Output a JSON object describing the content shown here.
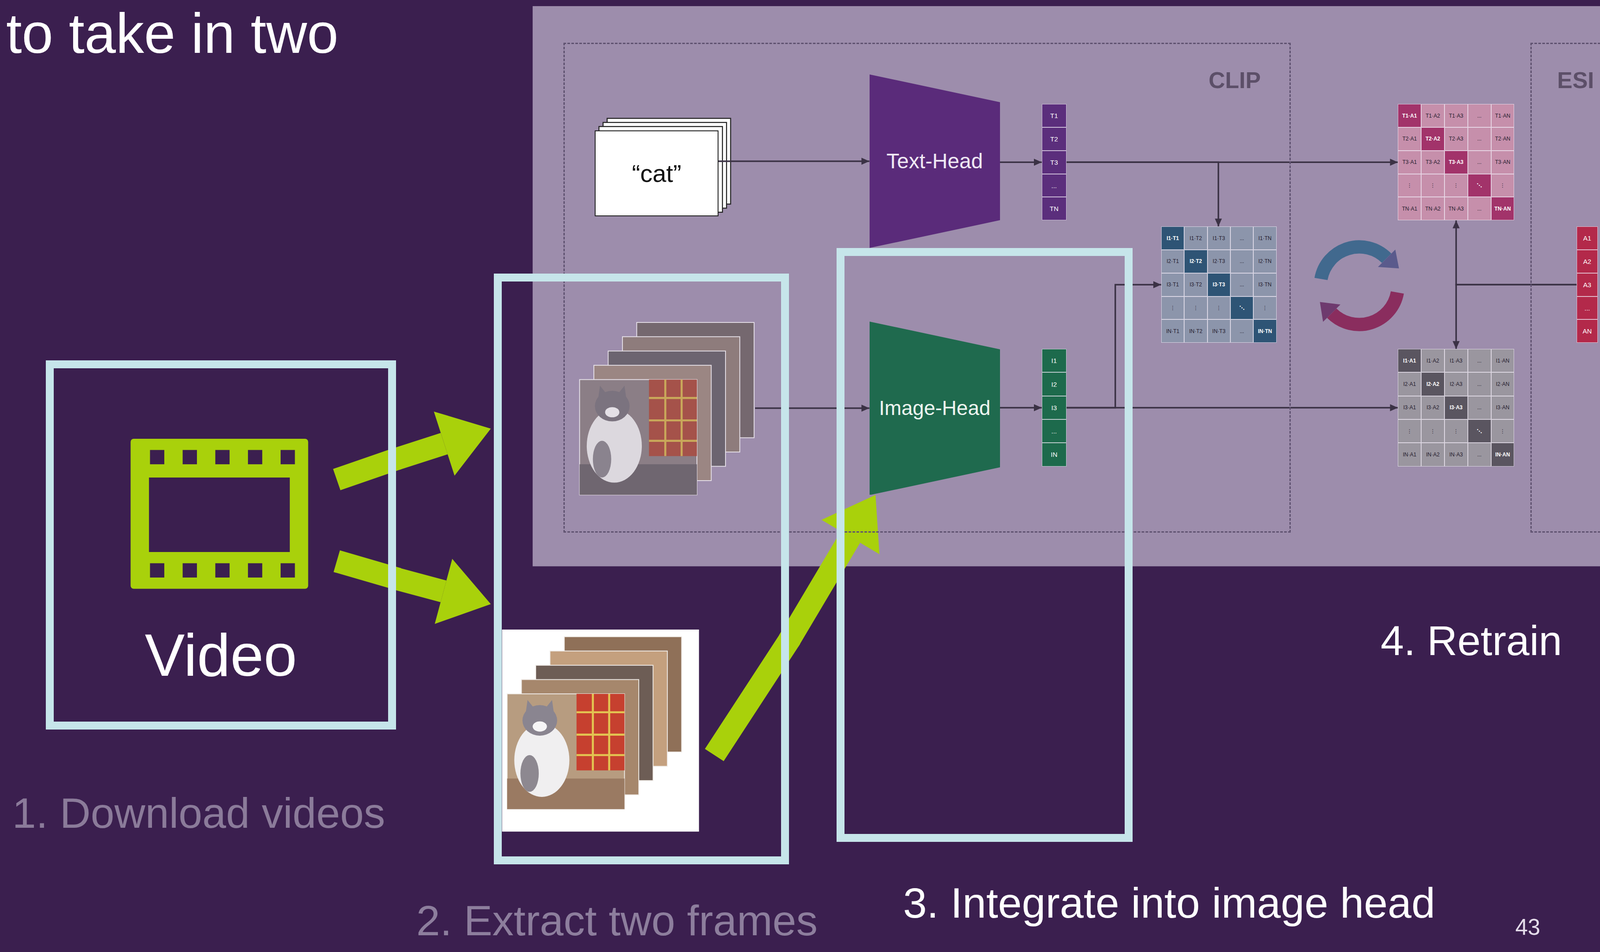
{
  "diagram": {
    "nodes": [
      {
        "text": [
          "Video",
          "1. Download videos"
        ]
      },
      {
        "text": [
          "CLIP"
        ]
      },
      {
        "text": [
          "“cat”"
        ],
        "in": 1
      },
      {
        "text": [
          "Text-Head"
        ],
        "in": 1
      },
      {
        "text": [
          "T1",
          "T2",
          "T3",
          "...",
          "TN"
        ],
        "in": 1
      },
      {
        "text": [
          "Image-Head"
        ],
        "in": 1
      },
      {
        "text": [
          "I1",
          "I2",
          "I3",
          "...",
          "IN"
        ],
        "in": 1
      },
      {
        "text": [
          "I1·T1",
          "I1·T2",
          "I1·T3",
          "...",
          "I1·TN",
          "I2·T1",
          "I2·T2",
          "I2·T3",
          "...",
          "I2·TN",
          "I3·T1",
          "I3·T2",
          "I3·T3",
          "...",
          "I3·TN",
          "⋮",
          "⋮",
          "⋮",
          "⋱",
          "⋮",
          "IN·T1",
          "IN·T2",
          "IN·T3",
          "...",
          "IN·TN"
        ],
        "in": 1
      },
      {
        "text": [
          "T1·A1",
          "T1·A2",
          "T1·A3",
          "...",
          "T1·AN",
          "T2·A1",
          "T2·A2",
          "T2·A3",
          "...",
          "T2·AN",
          "T3·A1",
          "T3·A2",
          "T3·A3",
          "...",
          "T3·AN",
          "⋮",
          "⋮",
          "⋮",
          "⋱",
          "⋮",
          "TN·A1",
          "TN·A2",
          "TN·A3",
          "...",
          "TN·AN"
        ]
      },
      {
        "text": [
          "I1·A1",
          "I1·A2",
          "I1·A3",
          "...",
          "I1·AN",
          "I2·A1",
          "I2·A2",
          "I2·A3",
          "...",
          "I2·AN",
          "I3·A1",
          "I3·A2",
          "I3·A3",
          "...",
          "I3·AN",
          "⋮",
          "⋮",
          "⋮",
          "⋱",
          "⋮",
          "IN·A1",
          "IN·A2",
          "IN·A3",
          "...",
          "IN·AN"
        ]
      },
      {
        "text": [
          "ESI"
        ]
      },
      {
        "text": [
          "A1",
          "A2",
          "A3",
          "...",
          "AN"
        ],
        "in": 10
      },
      {
        "text": [
          "2. Extract two frames"
        ]
      },
      {
        "text": [
          "3. Integrate into image head"
        ]
      }
    ],
    "edges": [
      {
        "from": 0,
        "to": 12,
        "arrow": "to"
      },
      {
        "from": 0,
        "to": 12,
        "arrow": "to"
      },
      {
        "from": 12,
        "to": 5,
        "arrow": "to"
      },
      {
        "from": 2,
        "to": 3,
        "arrow": "to"
      },
      {
        "from": 3,
        "to": 4,
        "arrow": "to"
      },
      {
        "from": 4,
        "to": 8,
        "arrow": "to"
      },
      {
        "from": 4,
        "to": 7,
        "arrow": "to"
      },
      {
        "from": 12,
        "to": 5,
        "arrow": "to"
      },
      {
        "from": 5,
        "to": 6,
        "arrow": "to"
      },
      {
        "from": 6,
        "to": 9,
        "arrow": "to"
      },
      {
        "from": 6,
        "to": 7,
        "arrow": "to"
      },
      {
        "from": 11,
        "to": 8,
        "arrow": "to"
      },
      {
        "from": 11,
        "to": 9,
        "arrow": "to"
      }
    ],
    "labels": [
      "to take in two",
      "4. Retrain",
      "43"
    ]
  }
}
